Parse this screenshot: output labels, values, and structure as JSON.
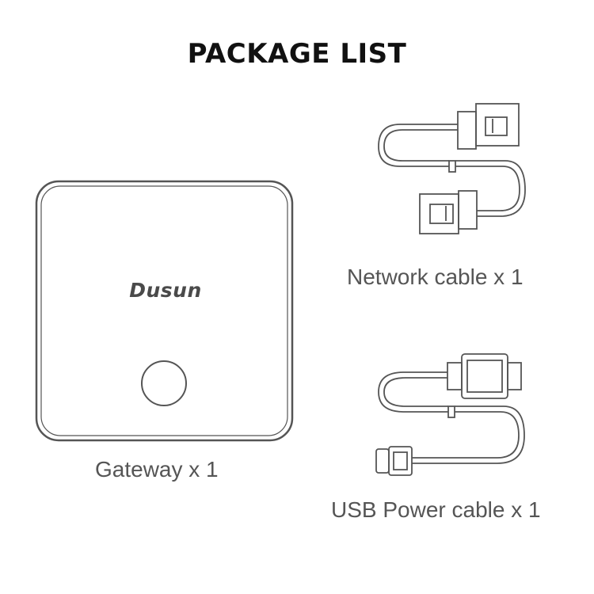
{
  "title": "PACKAGE LIST",
  "items": [
    {
      "label": "Gateway x 1",
      "icon": "gateway-device-icon"
    },
    {
      "label": "Network cable  x 1",
      "icon": "network-cable-icon"
    },
    {
      "label": "USB Power cable x 1",
      "icon": "usb-cable-icon"
    }
  ],
  "gateway_logo": "Dusun",
  "colors": {
    "line": "#555555",
    "text": "#555555",
    "title": "#111111"
  }
}
